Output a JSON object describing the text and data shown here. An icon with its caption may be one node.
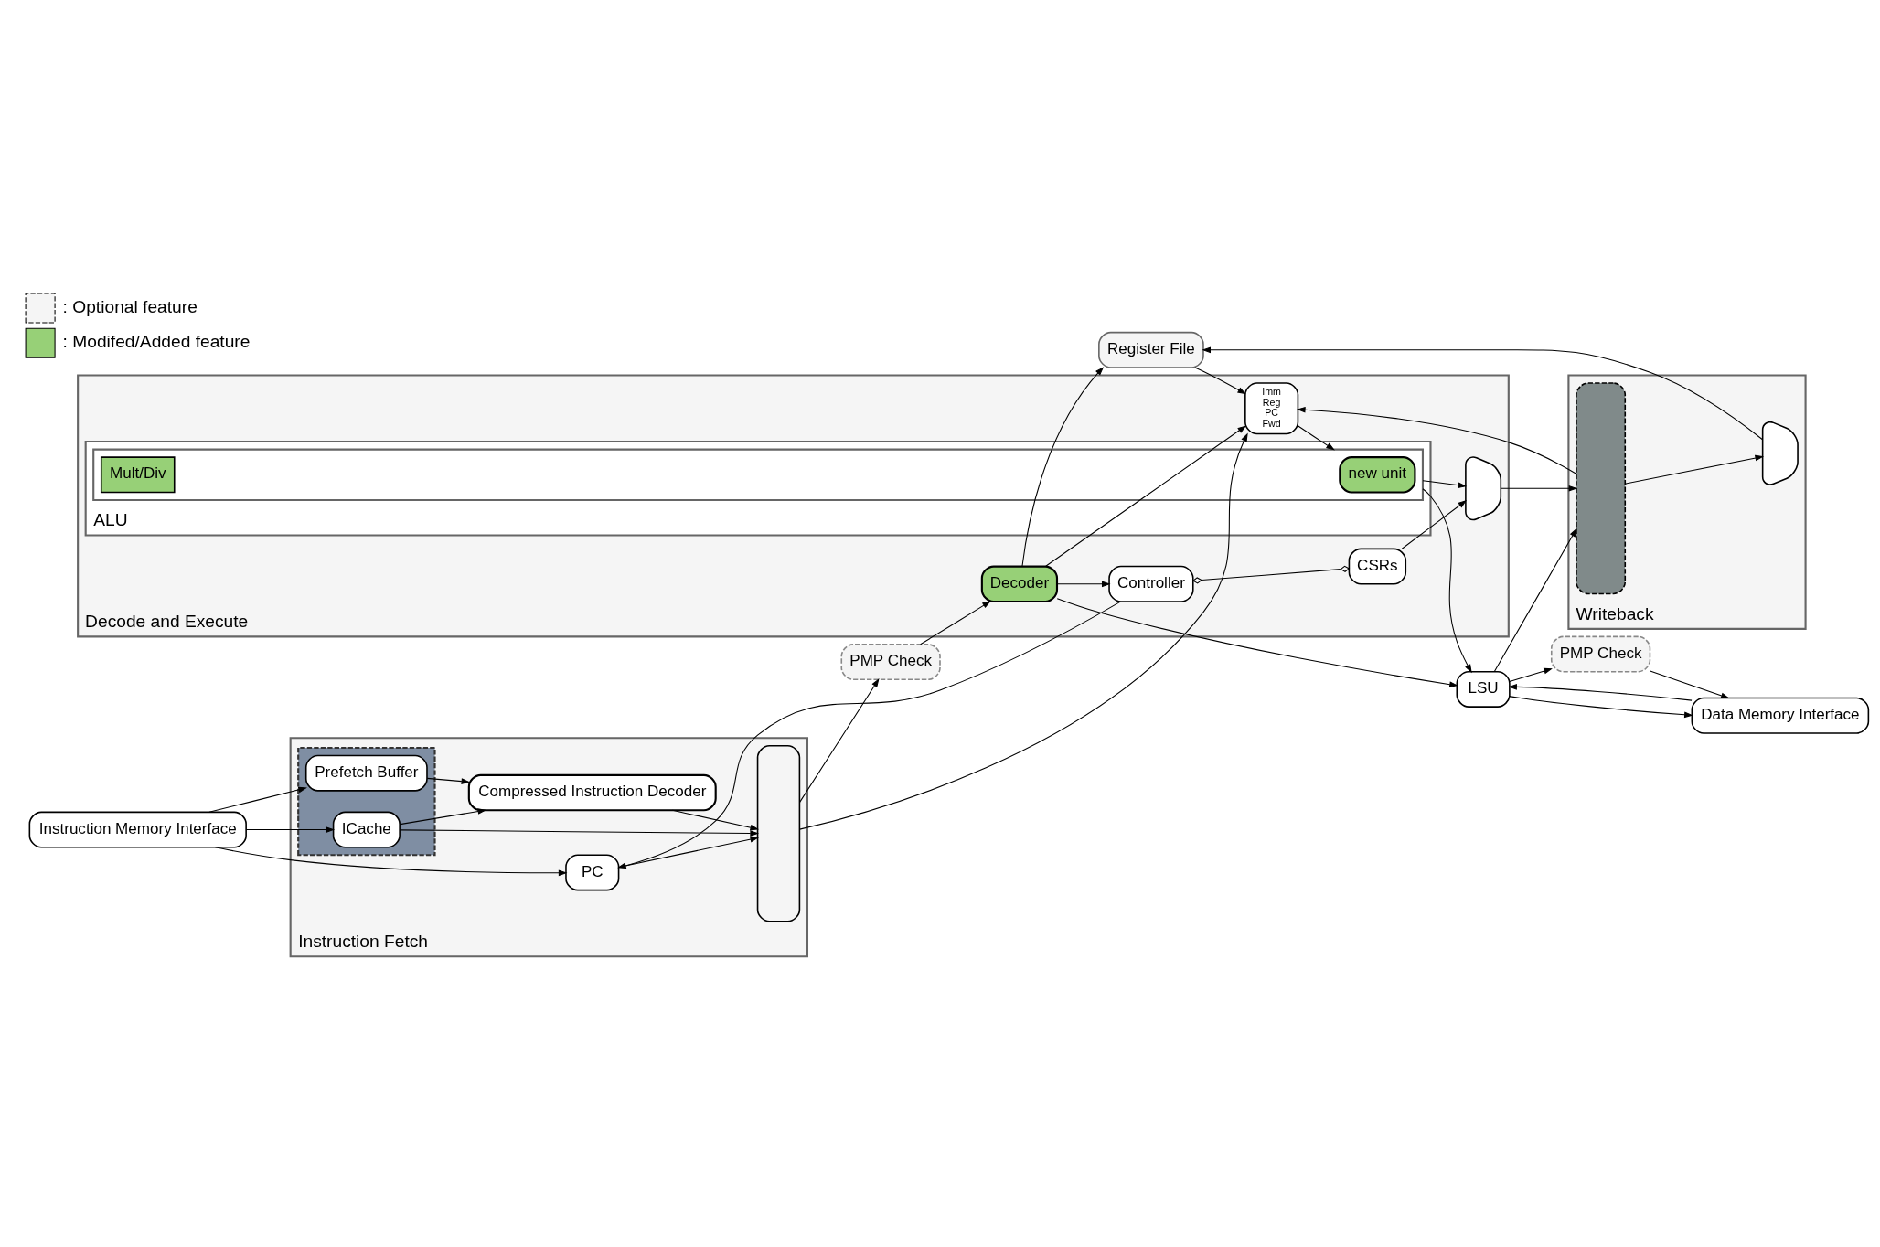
{
  "diagram": {
    "nodes": [
      {
        "text": [
          "Register File"
        ]
      },
      {
        "text": [
          "Instruction Fetch"
        ]
      },
      {
        "text": [
          "PC"
        ],
        "in": 1
      },
      {
        "text": [],
        "shape": "box",
        "in": 1
      },
      {
        "text": [
          "ICache"
        ],
        "in": 3
      },
      {
        "text": [
          "Prefetch Buffer"
        ],
        "in": 3
      },
      {
        "text": [],
        "shape": "box",
        "in": 1
      },
      {
        "text": [
          "Compressed Instruction Decoder"
        ],
        "in": 1
      },
      {
        "text": [
          "Instruction Memory Interface"
        ]
      },
      {
        "text": [
          "PMP Check"
        ]
      },
      {
        "text": [
          "Decode and Execute"
        ]
      },
      {
        "text": [
          "Controller"
        ],
        "in": 10
      },
      {
        "text": [
          "Decoder"
        ],
        "in": 10
      },
      {
        "text": [
          "CSRs"
        ],
        "in": 10
      },
      {
        "text": [
          "Imm",
          "Reg",
          "PC",
          "Fwd"
        ],
        "in": 10
      },
      {
        "text": [
          "ALU"
        ],
        "in": 10
      },
      {
        "text": [],
        "shape": "box",
        "in": 15
      },
      {
        "text": [
          "new unit"
        ],
        "in": 16
      },
      {
        "text": [
          "Mult/Div"
        ],
        "in": 16
      },
      {
        "text": [],
        "shape": "trapezium",
        "in": 10
      },
      {
        "text": [
          "Writeback"
        ]
      },
      {
        "text": [],
        "shape": "box",
        "in": 20
      },
      {
        "text": [],
        "shape": "trapezium",
        "in": 20
      },
      {
        "text": [
          "Data Memory Interface"
        ]
      },
      {
        "text": [
          "LSU"
        ]
      },
      {
        "text": [
          "PMP Check"
        ]
      }
    ],
    "edges": [
      {
        "from": 8,
        "to": 2,
        "arrow": "to"
      },
      {
        "from": 8,
        "to": 4,
        "arrow": "to"
      },
      {
        "from": 8,
        "to": 5,
        "arrow": "to"
      },
      {
        "from": 11,
        "to": 2,
        "arrow": "to"
      },
      {
        "from": 2,
        "to": 6,
        "arrow": "to"
      },
      {
        "from": 4,
        "to": 6,
        "arrow": "to"
      },
      {
        "from": 4,
        "to": 7,
        "arrow": "to"
      },
      {
        "from": 5,
        "to": 7,
        "arrow": "to"
      },
      {
        "from": 7,
        "to": 6,
        "arrow": "to"
      },
      {
        "from": 6,
        "to": 9,
        "arrow": "to"
      },
      {
        "from": 9,
        "to": 12,
        "arrow": "to"
      },
      {
        "from": 6,
        "to": 14,
        "arrow": "to"
      },
      {
        "from": 12,
        "to": 11,
        "arrow": "to"
      },
      {
        "from": 11,
        "to": 13,
        "arrow": "other"
      },
      {
        "from": 0,
        "to": 14,
        "arrow": "to"
      },
      {
        "from": 12,
        "to": 14,
        "arrow": "to"
      },
      {
        "from": 12,
        "to": 0,
        "arrow": "to"
      },
      {
        "from": 12,
        "to": 24,
        "arrow": "to"
      },
      {
        "from": 14,
        "to": 16,
        "arrow": "to"
      },
      {
        "from": 16,
        "to": 19,
        "arrow": "to"
      },
      {
        "from": 16,
        "to": 24,
        "arrow": "to"
      },
      {
        "from": 13,
        "to": 19,
        "arrow": "to"
      },
      {
        "from": 19,
        "to": 21,
        "arrow": "to"
      },
      {
        "from": 24,
        "to": 21,
        "arrow": "to"
      },
      {
        "from": 21,
        "to": 22,
        "arrow": "to"
      },
      {
        "from": 22,
        "to": 0,
        "arrow": "to"
      },
      {
        "from": 21,
        "to": 14,
        "arrow": "to"
      },
      {
        "from": 24,
        "to": 23,
        "arrow": "to"
      },
      {
        "from": 23,
        "to": 24,
        "arrow": "to"
      },
      {
        "from": 24,
        "to": 25,
        "arrow": "to"
      },
      {
        "from": 25,
        "to": 23,
        "arrow": "to"
      }
    ],
    "legend": [
      {
        "text": ": Optional feature"
      },
      {
        "text": ": Modifed/Added feature",
        "color": "#97d077"
      }
    ]
  }
}
